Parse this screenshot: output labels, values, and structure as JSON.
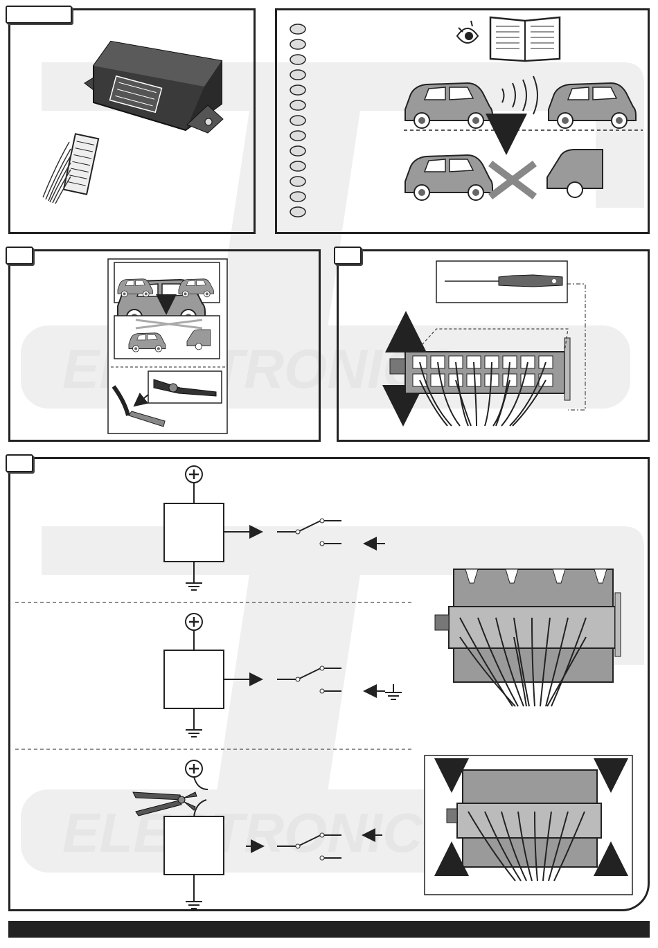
{
  "watermark": {
    "brand": "TCS",
    "subtitle": "ELECTRONICS"
  },
  "panels": {
    "parts": {
      "tab_label": ""
    },
    "checklist": {
      "step_count": 13
    },
    "crimp": {
      "tab_label": ""
    },
    "connector": {
      "tab_label": ""
    },
    "wiring": {
      "tab_label": ""
    }
  },
  "colors": {
    "line": "#222222",
    "fill": "#9a9a9a",
    "watermark": "#f2f2f2"
  },
  "icons": [
    "eye-icon",
    "manual-book-icon",
    "car-icon",
    "trailer-icon",
    "screwdriver-icon",
    "crimp-tool-icon",
    "pliers-icon",
    "plus-terminal-icon",
    "ground-icon",
    "arrow-icon"
  ]
}
